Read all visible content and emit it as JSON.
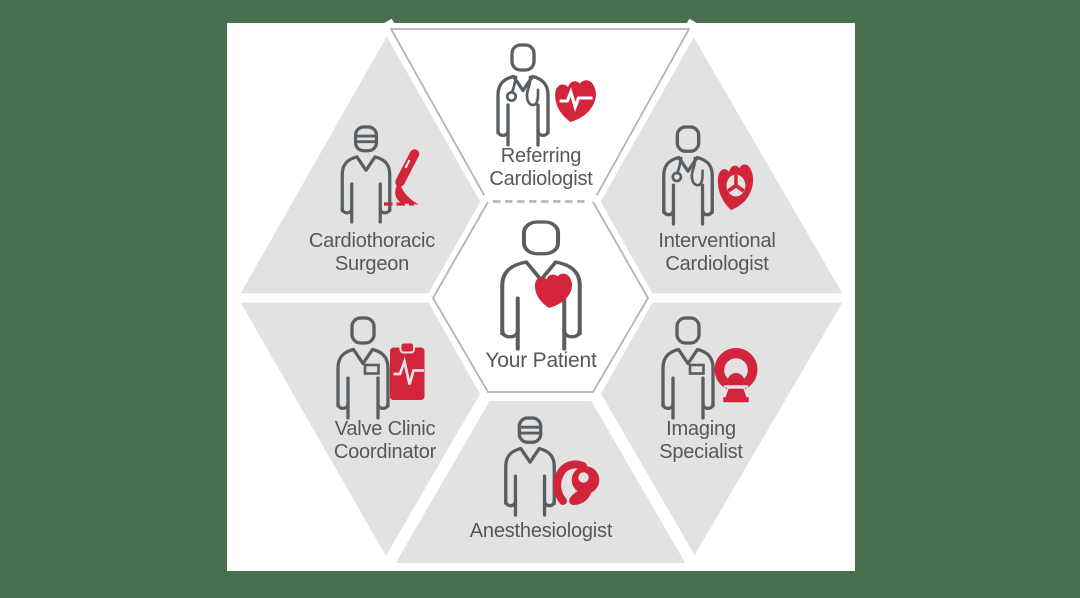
{
  "canvas": {
    "background_color": "#48704e",
    "card_color": "#ffffff"
  },
  "diagram": {
    "type": "hexagon-team-diagram",
    "center": {
      "label": "Your Patient",
      "icon": "patient-with-heart-icon"
    },
    "connector": {
      "style": "dashed"
    },
    "roles": [
      {
        "id": "referring-cardiologist",
        "label": "Referring\nCardiologist",
        "position": "top",
        "icon": "doctor-with-stethoscope-icon",
        "accessory": "heart-with-ecg-icon",
        "highlighted": true
      },
      {
        "id": "interventional-cardiologist",
        "label": "Interventional\nCardiologist",
        "position": "top-right",
        "icon": "doctor-with-stethoscope-icon",
        "accessory": "heart-with-valve-icon",
        "highlighted": false
      },
      {
        "id": "imaging-specialist",
        "label": "Imaging\nSpecialist",
        "position": "bottom-right",
        "icon": "clinician-with-badge-icon",
        "accessory": "ct-scanner-icon",
        "highlighted": false
      },
      {
        "id": "anesthesiologist",
        "label": "Anesthesiologist",
        "position": "bottom",
        "icon": "clinician-with-cap-icon",
        "accessory": "anesthesia-bag-icon",
        "highlighted": false
      },
      {
        "id": "valve-clinic-coordinator",
        "label": "Valve Clinic\nCoordinator",
        "position": "bottom-left",
        "icon": "clinician-with-badge-icon",
        "accessory": "clipboard-with-ecg-icon",
        "highlighted": false
      },
      {
        "id": "cardiothoracic-surgeon",
        "label": "Cardiothoracic\nSurgeon",
        "position": "top-left",
        "icon": "clinician-with-cap-icon",
        "accessory": "scalpel-with-incision-icon",
        "highlighted": false
      }
    ],
    "colors": {
      "segment_fill": "#e2e2e3",
      "outline": "#b2b5b6",
      "dashed_connector": "#b5b8b9",
      "accent_red": "#d2243a",
      "figure_stroke": "#585e61",
      "label_text": "#54585a",
      "background_green": "#48704e"
    }
  }
}
